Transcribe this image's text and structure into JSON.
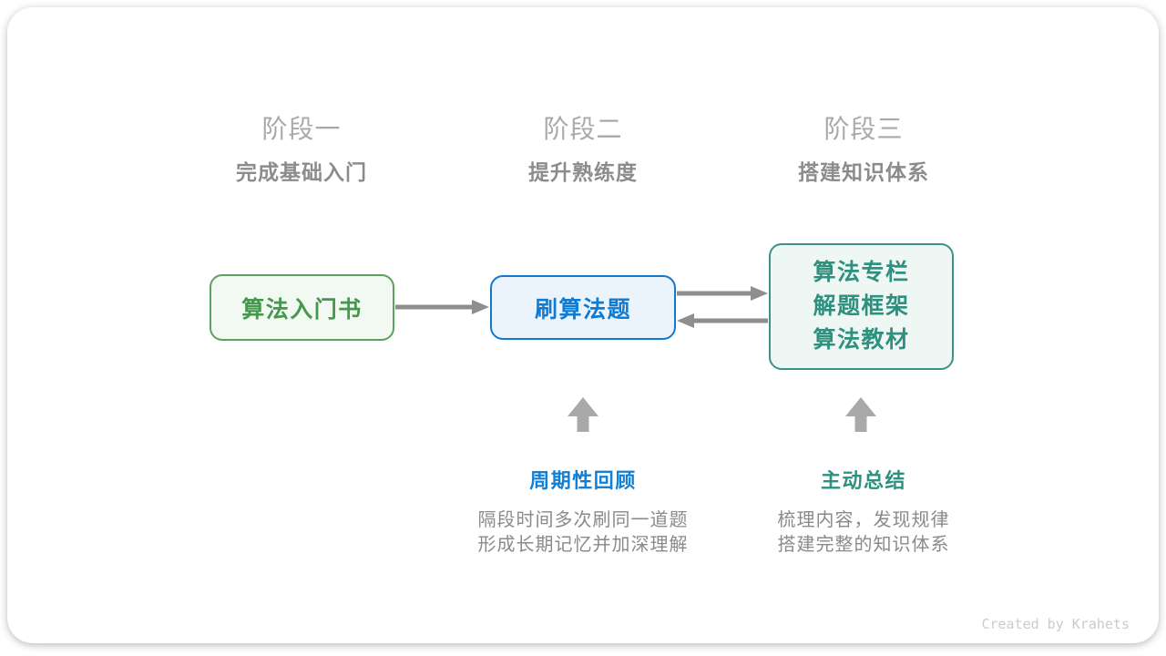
{
  "stages": [
    {
      "title": "阶段一",
      "subtitle": "完成基础入门"
    },
    {
      "title": "阶段二",
      "subtitle": "提升熟练度"
    },
    {
      "title": "阶段三",
      "subtitle": "搭建知识体系"
    }
  ],
  "boxes": {
    "intro_book": {
      "label": "算法入门书"
    },
    "practice": {
      "label": "刷算法题"
    },
    "resources": {
      "lines": [
        "算法专栏",
        "解题框架",
        "算法教材"
      ]
    }
  },
  "annotations": {
    "review": {
      "title": "周期性回顾",
      "desc_lines": [
        "隔段时间多次刷同一道题",
        "形成长期记忆并加深理解"
      ]
    },
    "summary": {
      "title": "主动总结",
      "desc_lines": [
        "梳理内容，发现规律",
        "搭建完整的知识体系"
      ]
    }
  },
  "credit": "Created by Krahets",
  "colors": {
    "green_text": "#44984C",
    "green_border": "#5BA15F",
    "green_bg": "#F2F8F2",
    "blue_text": "#0F7CD3",
    "blue_border": "#1578CB",
    "blue_bg": "#EBF4FC",
    "teal_text": "#2E9180",
    "teal_border": "#3B9285",
    "teal_bg": "#EFF7F4",
    "flow_arrow_gray": "#8E8E8E",
    "up_arrow_gray": "#A9A9A9",
    "stage_title_gray": "#A9A9A9",
    "stage_subtitle_gray": "#8C8C8C",
    "desc_gray": "#8A8A8A",
    "credit_gray": "#CBCBCB"
  }
}
